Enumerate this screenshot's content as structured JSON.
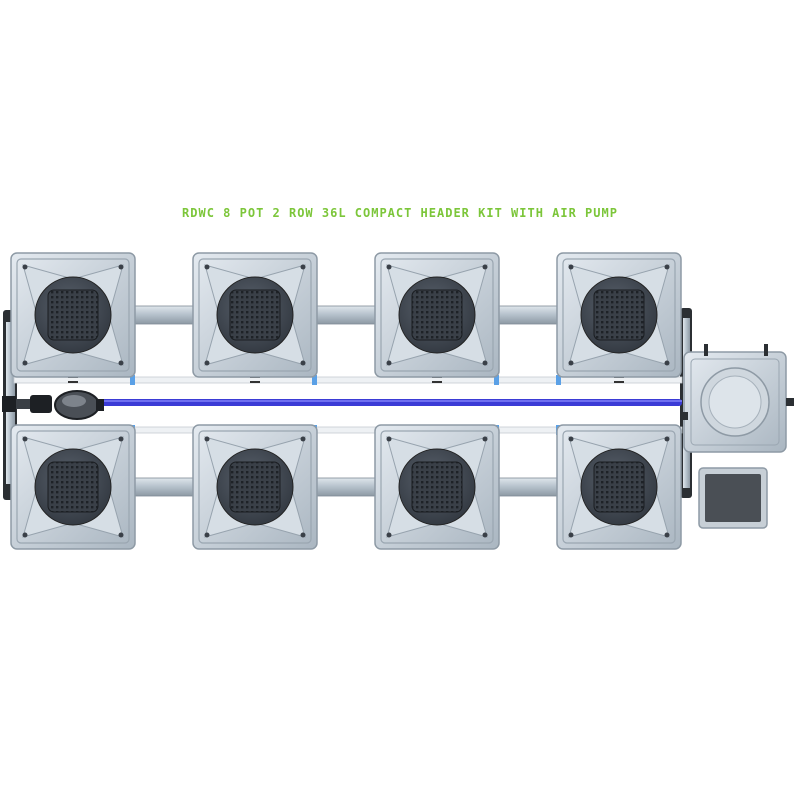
{
  "title": "RDWC 8 POT 2 ROW 36L COMPACT HEADER KIT WITH AIR PUMP",
  "layout": {
    "rows": 2,
    "pots_per_row": 4
  },
  "components": {
    "pots": 8,
    "header_tank": "header-tank",
    "air_pump": "air-pump",
    "inline_pump": "inline-pump"
  },
  "colors": {
    "title": "#7cc63a",
    "pot_body": "#c9d3dc",
    "pot_edge": "#8e9aa5",
    "lid": "#3e4550",
    "pipe": "#b9c4cd",
    "air_line": "#3b3bd6",
    "air_pump": "#4a4f55",
    "clip": "#5aa0e6"
  }
}
